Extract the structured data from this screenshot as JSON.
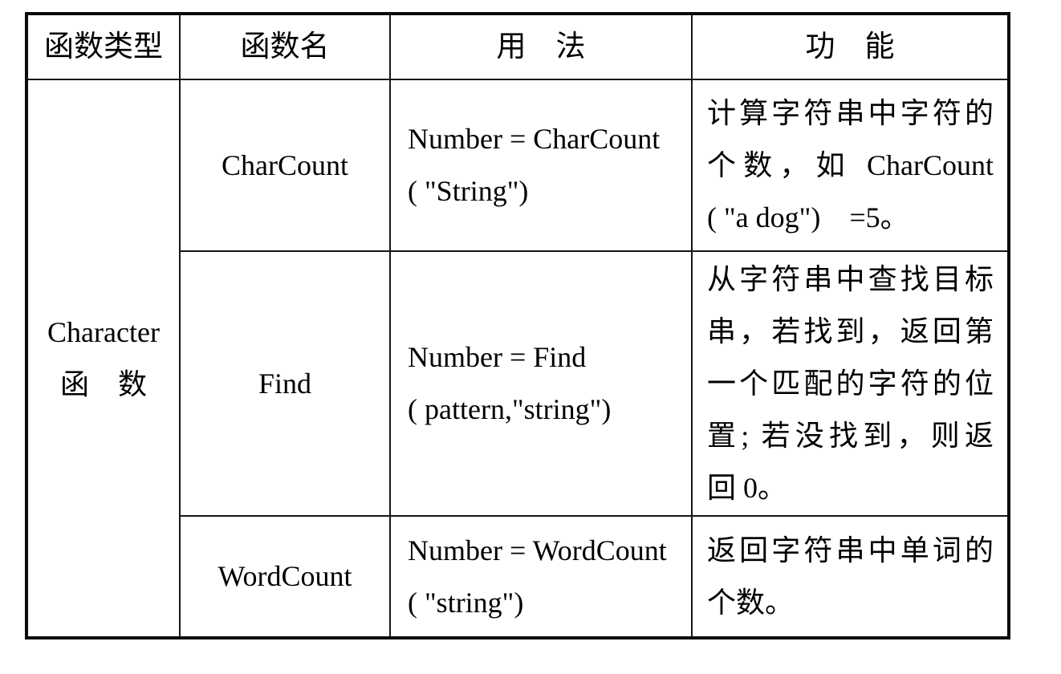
{
  "table": {
    "headers": [
      "函数类型",
      "函数名",
      "用　法",
      "功　能"
    ],
    "category": {
      "line1": "Character",
      "line2": "函　数"
    },
    "rows": [
      {
        "name": "CharCount",
        "usage_lines": [
          "Number = CharCount",
          "( \"String\")"
        ],
        "desc_lines": [
          "计算字符串中字符的",
          "个数，如 CharCount",
          "( \"a dog\")　=5。"
        ]
      },
      {
        "name": "Find",
        "usage_lines": [
          "Number = Find",
          "( pattern,\"string\")"
        ],
        "desc_lines": [
          "从字符串中查找目标",
          "串，若找到，返回第",
          "一个匹配的字符的位",
          "置; 若没找到，则返",
          "回 0。"
        ]
      },
      {
        "name": "WordCount",
        "usage_lines": [
          "Number = WordCount",
          "( \"string\")"
        ],
        "desc_lines": [
          "返回字符串中单词的",
          "个数。"
        ]
      }
    ]
  }
}
